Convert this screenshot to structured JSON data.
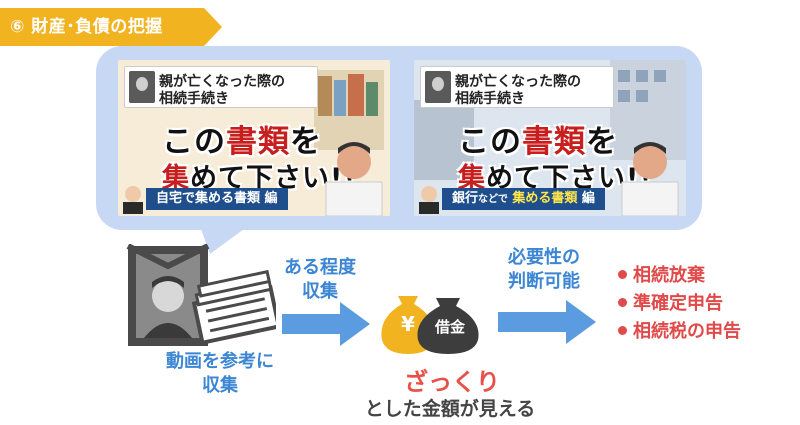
{
  "tag": {
    "label": "⑥ 財産･負債の把握",
    "color": "#f2b320"
  },
  "thumbnails": [
    {
      "title_line1": "親が亡くなった際の",
      "title_line2": "相続手続き",
      "headline1_a": "この",
      "headline1_red": "書類",
      "headline1_b": "を",
      "headline2_red": "集",
      "headline2_b": "めて下さい!!",
      "banner_a": "自宅で集める書類",
      "banner_b": " 編"
    },
    {
      "title_line1": "親が亡くなった際の",
      "title_line2": "相続手続き",
      "headline1_a": "この",
      "headline1_red": "書類",
      "headline1_b": "を",
      "headline2_red": "集",
      "headline2_b": "めて下さい!!",
      "banner_a": "銀行",
      "banner_mid": "などで",
      "banner_c": "集める書類",
      "banner_b": " 編"
    }
  ],
  "flow": {
    "left_label_line1": "動画を参考に",
    "left_label_line2": "収集",
    "arrow1_line1": "ある程度",
    "arrow1_line2": "収集",
    "bag_yen": "¥",
    "bag_debt": "借金",
    "arrow2_line1": "必要性の",
    "arrow2_line2": "判断可能",
    "results": [
      "相続放棄",
      "準確定申告",
      "相続税の申告"
    ],
    "emphasis": "ざっくり",
    "caption": "とした金額が見える"
  },
  "colors": {
    "blue": "#3c86d3",
    "red": "#e04a4a",
    "gold": "#f2b320",
    "bubble": "#c6d8f3"
  }
}
